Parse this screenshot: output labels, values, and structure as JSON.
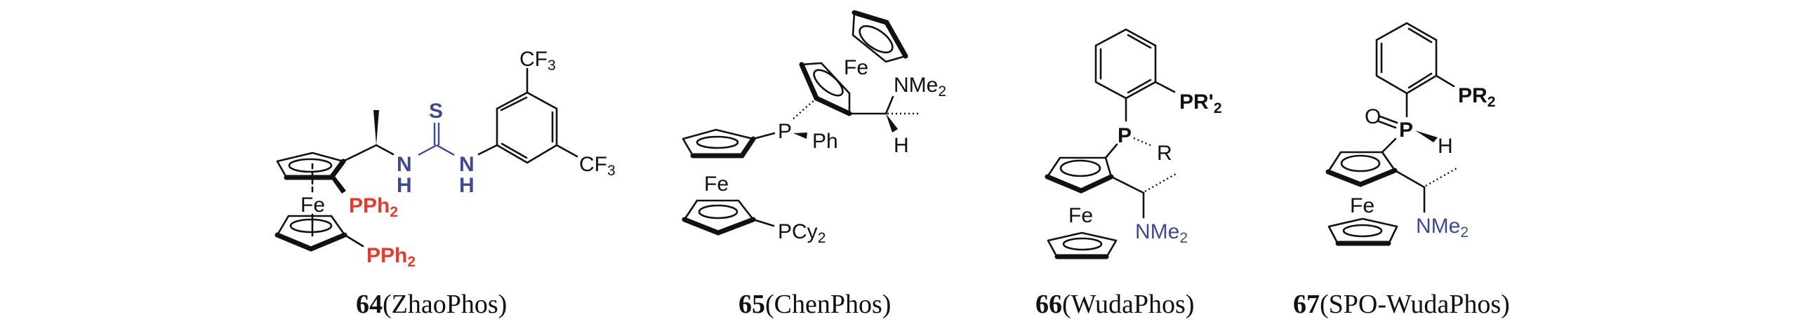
{
  "colors": {
    "phosphine_red": "#e8392f",
    "nitrogen_blue": "#3d4a91",
    "ink": "#111111"
  },
  "compounds": [
    {
      "number": "64",
      "name": "(ZhaoPhos)",
      "atoms": {
        "fe": "Fe",
        "pph_top": "PPh",
        "pph_bottom": "PPh",
        "sub2": "2",
        "s": "S",
        "n": "N",
        "h": "H",
        "cf": "CF",
        "sub3": "3"
      }
    },
    {
      "number": "65",
      "name": "(ChenPhos)",
      "atoms": {
        "fe": "Fe",
        "nme": "NMe",
        "sub2": "2",
        "h": "H",
        "p": "P",
        "ph": "Ph",
        "pcy": "PCy"
      }
    },
    {
      "number": "66",
      "name": "(WudaPhos)",
      "atoms": {
        "fe": "Fe",
        "pr": "PR'",
        "sub2": "2",
        "p": "P",
        "r": "R",
        "nme": "NMe"
      }
    },
    {
      "number": "67",
      "name": "(SPO-WudaPhos)",
      "atoms": {
        "fe": "Fe",
        "pr": "PR",
        "sub2": "2",
        "p": "P",
        "o": "O",
        "h": "H",
        "nme": "NMe"
      }
    }
  ]
}
